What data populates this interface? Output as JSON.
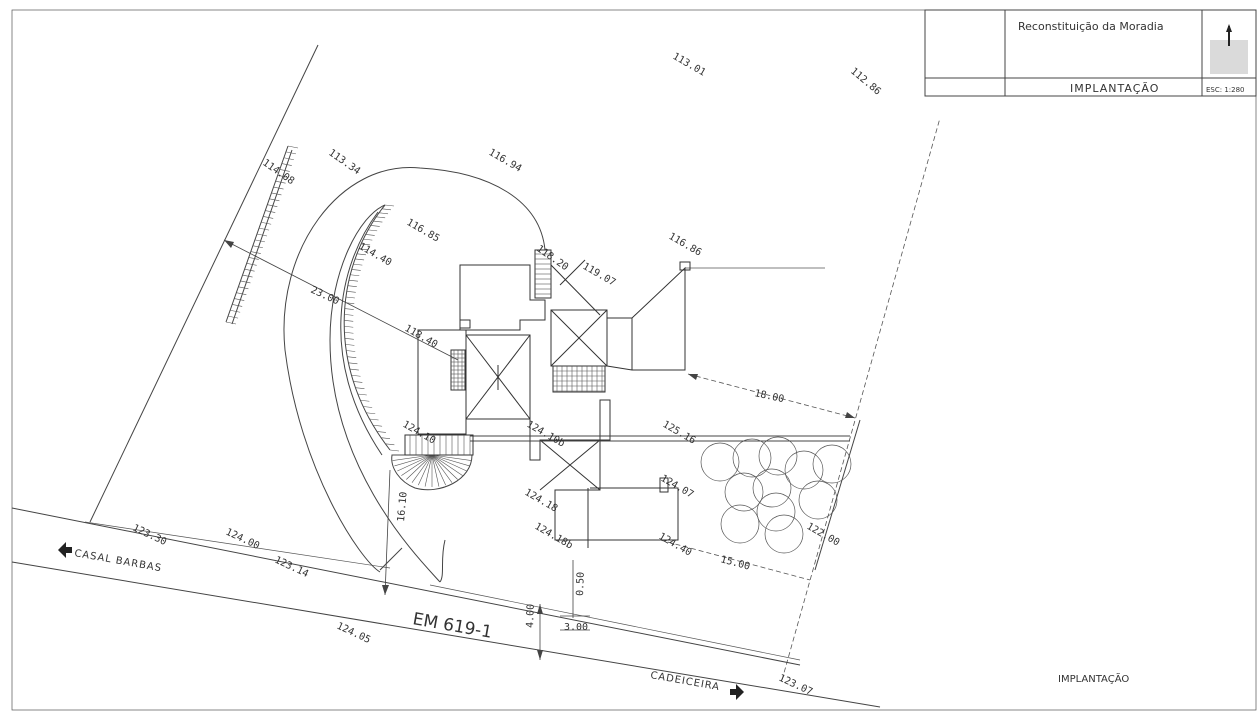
{
  "title_block": {
    "project": "Reconstituição da Moradia",
    "sheet_title": "IMPLANTAÇÃO",
    "scale": "ESC: 1:280"
  },
  "footer_label": "IMPLANTAÇÃO",
  "road": {
    "name": "EM 619-1",
    "west_destination": "CASAL BARBAS",
    "east_destination": "CADEICEIRA"
  },
  "elevations": {
    "e1": "113.01",
    "e2": "112.86",
    "e3": "114.08",
    "e4": "113.34",
    "e5": "116.94",
    "e6": "116.85",
    "e7": "114.40",
    "e8": "118.20",
    "e9": "119.07",
    "e10": "116.86",
    "e11": "118.40",
    "e12": "124.10",
    "e13": "124.10b",
    "e14": "125.16",
    "e15": "124.18",
    "e16": "124.07",
    "e17": "124.18b",
    "e18": "124.40",
    "e19": "122.00",
    "e20": "123.30",
    "e21": "124.00",
    "e22": "123.14",
    "e23": "124.05",
    "e24": "123.07"
  },
  "dimensions": {
    "d1": "23.00",
    "d2": "18.00",
    "d3": "16.10",
    "d4": "15.00",
    "d5": "0.50",
    "d6": "4.00",
    "d7": "3.00"
  }
}
